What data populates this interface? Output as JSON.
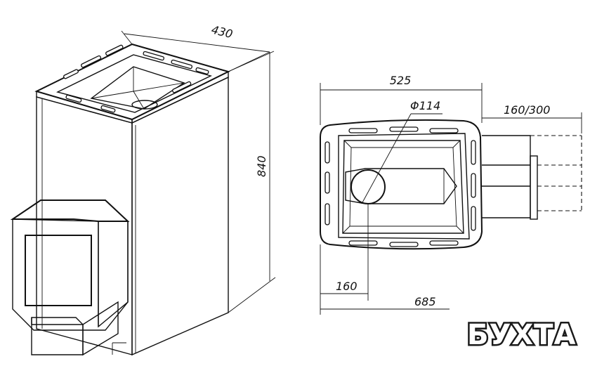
{
  "dimensions": {
    "width_top": "430",
    "height": "840",
    "width_plan": "525",
    "diameter": "Φ114",
    "chimney_offset": "160/300",
    "left_offset": "160",
    "total_depth": "685"
  },
  "logo": {
    "text": "БУХТА"
  }
}
